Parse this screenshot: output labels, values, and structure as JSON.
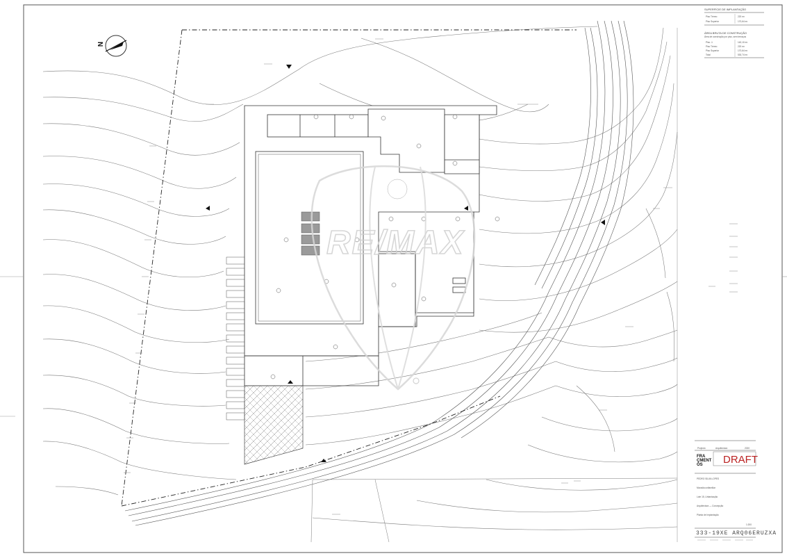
{
  "watermark": {
    "text": "RE/MAX"
  },
  "north_arrow": {
    "label": "N"
  },
  "legend_top": {
    "heading_1": "SUPERFÍCIE DE IMPLANTAÇÃO",
    "rows_1": [
      {
        "label": "Piso Térreo",
        "value": "220 m²"
      },
      {
        "label": "Piso Superior",
        "value": "170,64 m²"
      }
    ],
    "heading_2": "ÁREA BRUTA DE CONSTRUÇÃO",
    "subheading_2": "Área de construção por piso, sem terraços",
    "rows_2": [
      {
        "label": "Piso -1",
        "value": "140,10 m²"
      },
      {
        "label": "Piso Térreo",
        "value": "220 m²"
      },
      {
        "label": "Piso Superior",
        "value": "170,64 m²"
      },
      {
        "label": "Total",
        "value": "530,74 m²"
      }
    ]
  },
  "title_block": {
    "logo_lines": [
      "FRA",
      "ÇMENT",
      "OS"
    ],
    "draft_label": "DRAFT",
    "revision_row": [
      "Projecto",
      "Arquitectura",
      "2020"
    ],
    "project_name": "PEDRO SILVA LOPES",
    "project_lines": [
      "Moradia unifamiliar",
      "Lote 15, Urbanização",
      "Arquitectura — Concepção",
      "Planta de Implantação"
    ],
    "scale": "1:200",
    "drawing_code": "333-19XE ARQ06ERUZXA"
  }
}
